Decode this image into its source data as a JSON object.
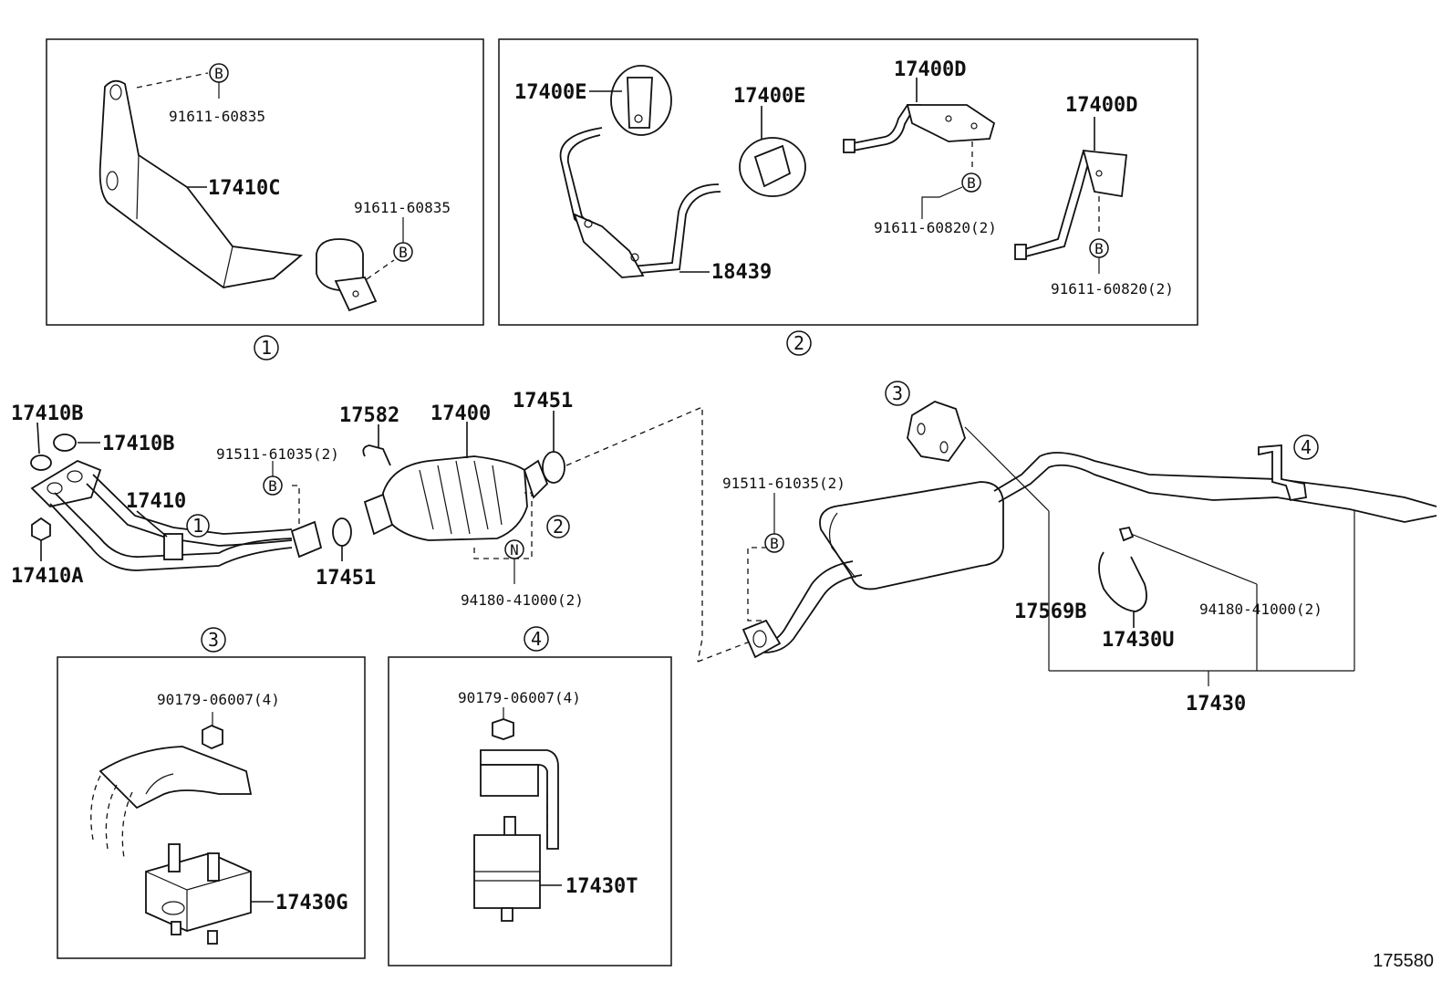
{
  "labels": {
    "p17410C": "17410C",
    "p91611_60835_a": "91611-60835",
    "p91611_60835_b": "91611-60835",
    "p17400E_a": "17400E",
    "p17400E_b": "17400E",
    "p18439": "18439",
    "p17400D_a": "17400D",
    "p17400D_b": "17400D",
    "p91611_60820_a": "91611-60820(2)",
    "p91611_60820_b": "91611-60820(2)",
    "p17410B_a": "17410B",
    "p17410B_b": "17410B",
    "p17410": "17410",
    "p17410A": "17410A",
    "p91511_61035_a": "91511-61035(2)",
    "p17582": "17582",
    "p17400": "17400",
    "p17451_a": "17451",
    "p17451_b": "17451",
    "p94180_41000_a": "94180-41000(2)",
    "p91511_61035_b": "91511-61035(2)",
    "p17569B": "17569B",
    "p17430U": "17430U",
    "p94180_41000_b": "94180-41000(2)",
    "p17430": "17430",
    "p90179_06007_a": "90179-06007(4)",
    "p17430G": "17430G",
    "p90179_06007_b": "90179-06007(4)",
    "p17430T": "17430T"
  },
  "markers": {
    "bolt_b": "B",
    "nut_n": "N",
    "ref1": "1",
    "ref2": "2",
    "ref3": "3",
    "ref4": "4"
  },
  "diagram_id": "175580"
}
